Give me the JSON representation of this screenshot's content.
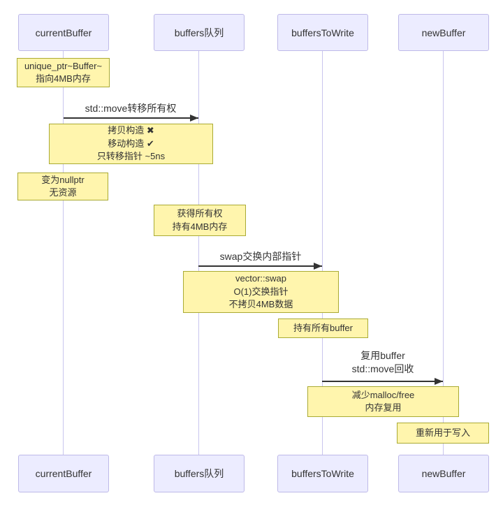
{
  "diagram_title": "sequence diagram: buffer ownership transfer with std::move and swap",
  "participants": [
    {
      "label": "currentBuffer"
    },
    {
      "label": "buffers队列"
    },
    {
      "label": "buffersToWrite"
    },
    {
      "label": "newBuffer"
    }
  ],
  "messages": [
    {
      "from": "currentBuffer",
      "to": "buffers队列",
      "label": "std::move转移所有权"
    },
    {
      "from": "buffers队列",
      "to": "buffersToWrite",
      "label": "swap交换内部指针"
    },
    {
      "from": "buffersToWrite",
      "to": "newBuffer",
      "lines": [
        "复用buffer",
        "std::move回收"
      ]
    }
  ],
  "notes": [
    {
      "over": "currentBuffer",
      "lines": [
        "unique_ptr~Buffer~",
        "指向4MB内存"
      ]
    },
    {
      "over": "currentBuffer,buffers队列",
      "lines": [
        "拷贝构造 ✖",
        "移动构造 ✔",
        "只转移指针 ~5ns"
      ]
    },
    {
      "over": "currentBuffer",
      "lines": [
        "变为nullptr",
        "无资源"
      ]
    },
    {
      "over": "buffers队列",
      "lines": [
        "获得所有权",
        "持有4MB内存"
      ]
    },
    {
      "over": "buffers队列,buffersToWrite",
      "lines": [
        "vector::swap",
        "O(1)交换指针",
        "不拷贝4MB数据"
      ]
    },
    {
      "over": "buffersToWrite",
      "lines": [
        "持有所有buffer"
      ]
    },
    {
      "over": "buffersToWrite,newBuffer",
      "lines": [
        "减少malloc/free",
        "内存复用"
      ]
    },
    {
      "over": "newBuffer",
      "lines": [
        "重新用于写入"
      ]
    }
  ],
  "colors": {
    "participant_fill": "#ECECFF",
    "participant_border": "#BEB9E8",
    "note_fill": "#FFF5AD",
    "note_border": "#AAAA33",
    "lifeline": "#C9C5EE",
    "message_line": "#333333",
    "text": "#333333",
    "background": "#FFFFFF"
  }
}
